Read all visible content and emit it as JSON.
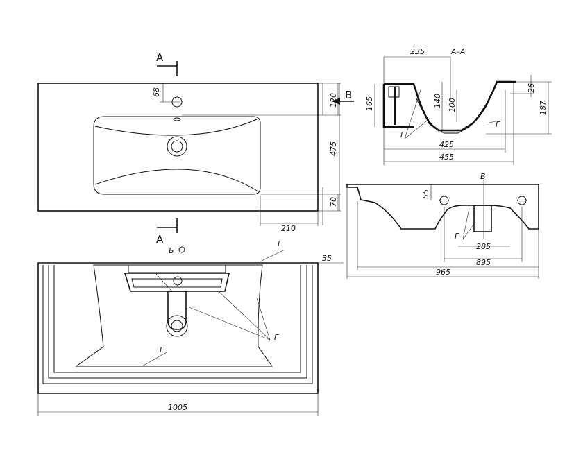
{
  "labels": {
    "section_a_top": "A",
    "section_a_bottom": "A",
    "section_a_a": "A–A",
    "view_b_arrow": "B",
    "view_b_title": "B",
    "view_b_mark": "Б",
    "note_g": "Г"
  },
  "dimensions": {
    "d68": "68",
    "d120": "120",
    "d475": "475",
    "d70": "70",
    "d210": "210",
    "d235": "235",
    "d165": "165",
    "d140": "140",
    "d100": "100",
    "d26": "26",
    "d187": "187",
    "d425": "425",
    "d455": "455",
    "d55": "55",
    "d285": "285",
    "d895": "895",
    "d965": "965",
    "d35": "35",
    "d1005": "1005"
  }
}
